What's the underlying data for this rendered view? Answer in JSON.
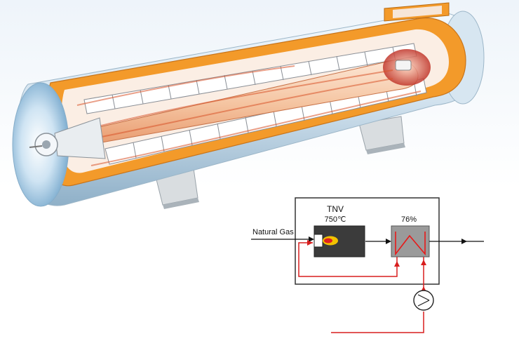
{
  "diagram": {
    "unit_title": "TNV",
    "combustion_temperature": "750℃",
    "heat_recovery_efficiency": "76%",
    "fuel_input_label": "Natural Gas"
  },
  "colors": {
    "shell": "#c9dcea",
    "insulation": "#f39a2a",
    "flow_line": "#d81e1e",
    "chamber": "#3b3b3b",
    "exchanger": "#9a9a9a",
    "flame": "#f2c200"
  },
  "icons": {
    "fan": "fan-icon",
    "flame": "flame-icon",
    "burner": "burner-icon",
    "heat_exchanger": "heat-exchanger-icon"
  }
}
